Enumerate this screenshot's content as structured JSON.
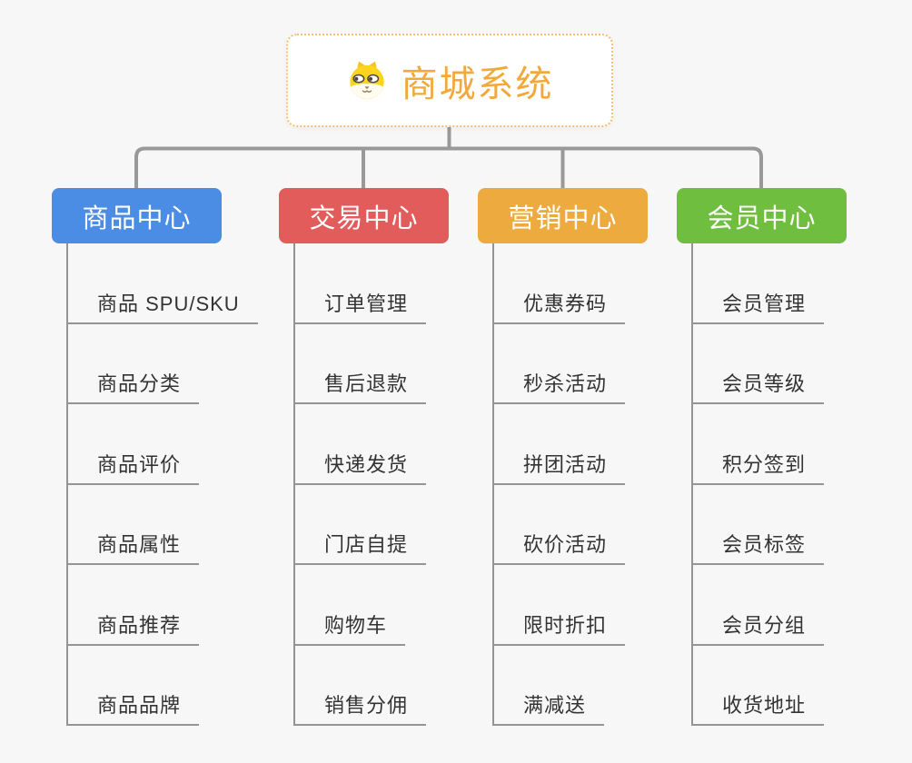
{
  "root": {
    "title": "商城系统",
    "icon": "shiba-dog-icon",
    "text_color": "#F2A93C",
    "border_color": "#F3C06B"
  },
  "line_color": "#999999",
  "branches": [
    {
      "label": "商品中心",
      "color": "#4B8DE4",
      "items": [
        "商品 SPU/SKU",
        "商品分类",
        "商品评价",
        "商品属性",
        "商品推荐",
        "商品品牌"
      ]
    },
    {
      "label": "交易中心",
      "color": "#E25C5C",
      "items": [
        "订单管理",
        "售后退款",
        "快递发货",
        "门店自提",
        "购物车",
        "销售分佣"
      ]
    },
    {
      "label": "营销中心",
      "color": "#EDAB3F",
      "items": [
        "优惠券码",
        "秒杀活动",
        "拼团活动",
        "砍价活动",
        "限时折扣",
        "满减送"
      ]
    },
    {
      "label": "会员中心",
      "color": "#70BE40",
      "items": [
        "会员管理",
        "会员等级",
        "积分签到",
        "会员标签",
        "会员分组",
        "收货地址"
      ]
    }
  ]
}
